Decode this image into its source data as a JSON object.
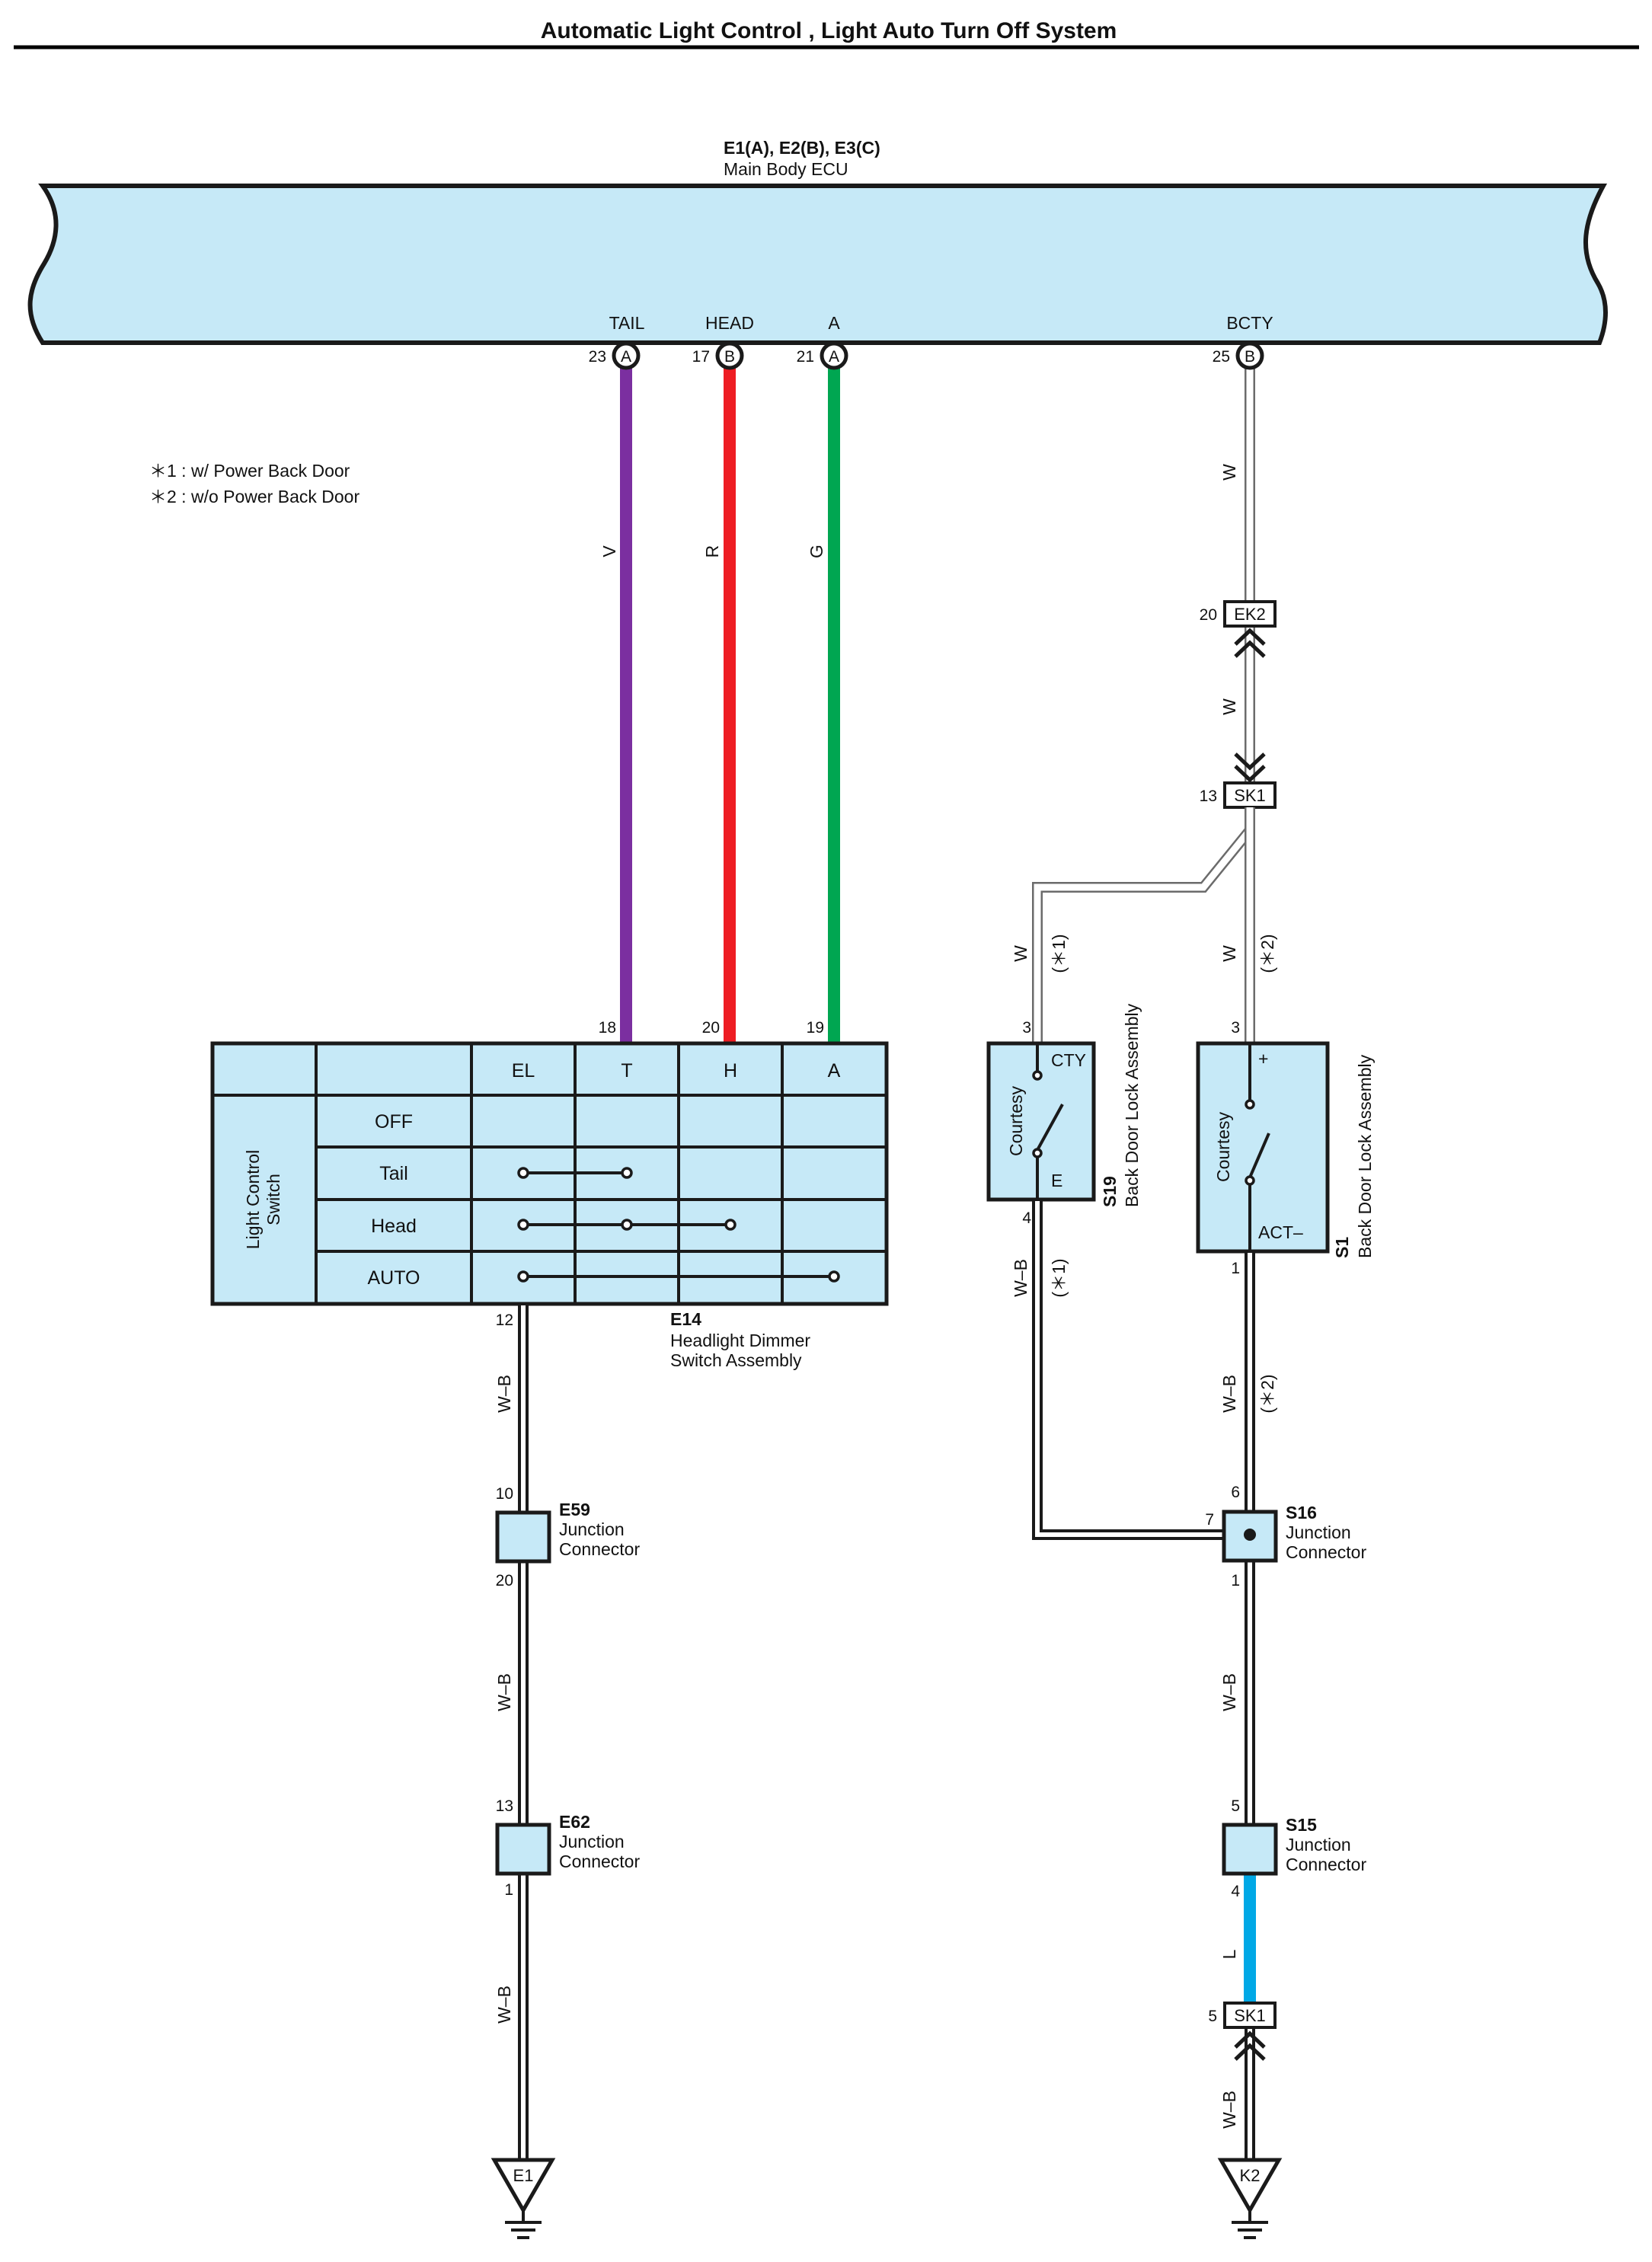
{
  "page": {
    "title": "Automatic Light Control , Light Auto Turn Off System"
  },
  "colors": {
    "ecu_fill": "#c6e9f7",
    "wire_V": "#7b2fa0",
    "wire_R": "#ee1d23",
    "wire_G": "#00a651",
    "wire_L": "#00a8e6",
    "wire_W": "#ffffff",
    "wire_WB": "#ffffff",
    "outline": "#1a1a1a"
  },
  "ecu": {
    "code": "E1(A), E2(B), E3(C)",
    "name": "Main Body ECU",
    "terminals": [
      {
        "label": "TAIL",
        "pin": "23",
        "conn": "A"
      },
      {
        "label": "HEAD",
        "pin": "17",
        "conn": "B"
      },
      {
        "label": "A",
        "pin": "21",
        "conn": "A"
      },
      {
        "label": "BCTY",
        "pin": "25",
        "conn": "B"
      }
    ]
  },
  "notes": {
    "n1": "＊1 : w/ Power Back Door",
    "n2": "＊2 : w/o Power Back Door"
  },
  "wires": {
    "tail": "V",
    "head": "R",
    "auto": "G",
    "bcty_top": "W",
    "bcty_mid": "W",
    "s19_w": "W",
    "s19_note": "(＊1)",
    "s1_w": "W",
    "s1_note": "(＊2)",
    "s19_ground": "W–B",
    "s19_ground_note": "(＊1)",
    "s1_ground": "W–B",
    "s1_ground_note": "(＊2)",
    "e14_down": "W–B",
    "e59_down": "W–B",
    "e62_down": "W–B",
    "s16_down": "W–B",
    "s15_down": "L",
    "sk1_down": "W–B"
  },
  "switch_e14": {
    "code": "E14",
    "name1": "Headlight Dimmer",
    "name2": "Switch Assembly",
    "side1": "Light Control",
    "side2": "Switch",
    "columns": [
      "EL",
      "T",
      "H",
      "A"
    ],
    "rows": [
      "OFF",
      "Tail",
      "Head",
      "AUTO"
    ],
    "pins": {
      "T": "18",
      "H": "20",
      "A": "19",
      "bottom": "12"
    }
  },
  "s19": {
    "code": "S19",
    "name": "Back Door Lock Assembly",
    "inner": "Courtesy",
    "top_label": "CTY",
    "bottom_label": "E",
    "pin_top": "3",
    "pin_bottom": "4"
  },
  "s1": {
    "code": "S1",
    "name": "Back Door Lock Assembly",
    "inner": "Courtesy",
    "top_label": "+",
    "bottom_label": "ACT–",
    "pin_top": "3",
    "pin_bottom": "1"
  },
  "connectors": {
    "ek2": {
      "label": "EK2",
      "pin": "20"
    },
    "sk1_top": {
      "label": "SK1",
      "pin": "13"
    },
    "sk1_bottom": {
      "label": "SK1",
      "pin": "5"
    }
  },
  "junctions": {
    "e59": {
      "code": "E59",
      "l1": "Junction",
      "l2": "Connector",
      "pin_top": "10",
      "pin_bottom": "20"
    },
    "e62": {
      "code": "E62",
      "l1": "Junction",
      "l2": "Connector",
      "pin_top": "13",
      "pin_bottom": "1"
    },
    "s16": {
      "code": "S16",
      "l1": "Junction",
      "l2": "Connector",
      "pin_top": "6",
      "pin_left": "7",
      "pin_bottom": "1"
    },
    "s15": {
      "code": "S15",
      "l1": "Junction",
      "l2": "Connector",
      "pin_top": "5",
      "pin_bottom": "4"
    }
  },
  "grounds": {
    "e1": "E1",
    "k2": "K2"
  }
}
